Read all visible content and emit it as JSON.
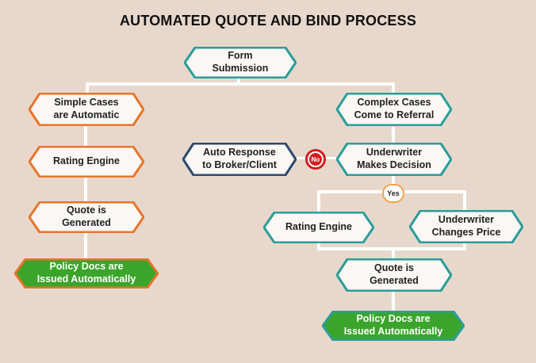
{
  "title": "AUTOMATED QUOTE AND BIND PROCESS",
  "colors": {
    "background": "#e8d8cc",
    "teal": "#2a9d9a",
    "orange": "#e8742a",
    "navy": "#2c4a6e",
    "green": "#3aa52a",
    "no_badge": "#d21f1f",
    "yes_badge": "#f0a24a"
  },
  "nodes": {
    "form_submission": "Form\nSubmission",
    "simple_cases": "Simple Cases\nare Automatic",
    "complex_cases": "Complex Cases\nCome to Referral",
    "rating_engine_left": "Rating Engine",
    "auto_response": "Auto Response\nto Broker/Client",
    "underwriter_decision": "Underwriter\nMakes Decision",
    "quote_generated_left": "Quote is\nGenerated",
    "policy_docs_left": "Policy Docs are\nIssued Automatically",
    "rating_engine_right": "Rating Engine",
    "underwriter_changes": "Underwriter\nChanges Price",
    "quote_generated_right": "Quote is\nGenerated",
    "policy_docs_right": "Policy Docs are\nIssued Automatically"
  },
  "badges": {
    "no": "No",
    "yes": "Yes"
  }
}
